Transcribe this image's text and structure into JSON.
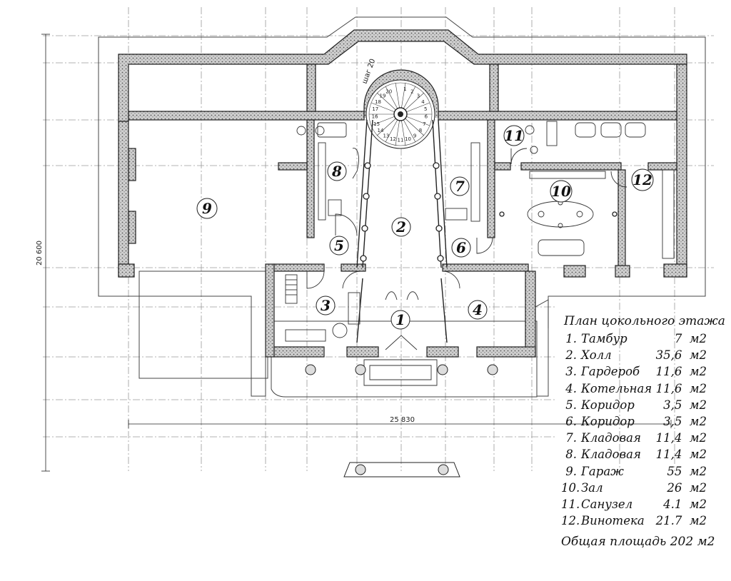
{
  "plan": {
    "total_width_dim": "25 830",
    "total_height_dim": "20 600",
    "stair_label": "шаг 20",
    "stair_steps": [
      "1",
      "2",
      "3",
      "4",
      "5",
      "6",
      "7",
      "8",
      "9",
      "10",
      "11",
      "12",
      "13",
      "14",
      "15",
      "16",
      "17",
      "18",
      "19",
      "20"
    ],
    "rooms": [
      {
        "num": "1"
      },
      {
        "num": "2"
      },
      {
        "num": "3"
      },
      {
        "num": "4"
      },
      {
        "num": "5"
      },
      {
        "num": "6"
      },
      {
        "num": "7"
      },
      {
        "num": "8"
      },
      {
        "num": "9"
      },
      {
        "num": "10"
      },
      {
        "num": "11"
      },
      {
        "num": "12"
      }
    ]
  },
  "legend": {
    "title": "План цокольного этажа",
    "items": [
      {
        "no": "1.",
        "name": "Тамбур",
        "area": "7  м2"
      },
      {
        "no": "2.",
        "name": "Холл",
        "area": "35,6  м2"
      },
      {
        "no": "3.",
        "name": "Гардероб",
        "area": "11,6  м2"
      },
      {
        "no": "4.",
        "name": "Котельная",
        "area": "11,6  м2"
      },
      {
        "no": "5.",
        "name": "Коридор",
        "area": "3,5  м2"
      },
      {
        "no": "6.",
        "name": "Коридор",
        "area": "3,5  м2"
      },
      {
        "no": "7.",
        "name": "Кладовая",
        "area": "11,4  м2"
      },
      {
        "no": "8.",
        "name": "Кладовая",
        "area": "11,4  м2"
      },
      {
        "no": "9.",
        "name": "Гараж",
        "area": "55  м2"
      },
      {
        "no": "10.",
        "name": "Зал",
        "area": "26  м2"
      },
      {
        "no": "11.",
        "name": "Санузел",
        "area": "4.1  м2"
      },
      {
        "no": "12.",
        "name": "Винотека",
        "area": "21.7  м2"
      }
    ],
    "total": "Общая площадь 202 м2"
  }
}
